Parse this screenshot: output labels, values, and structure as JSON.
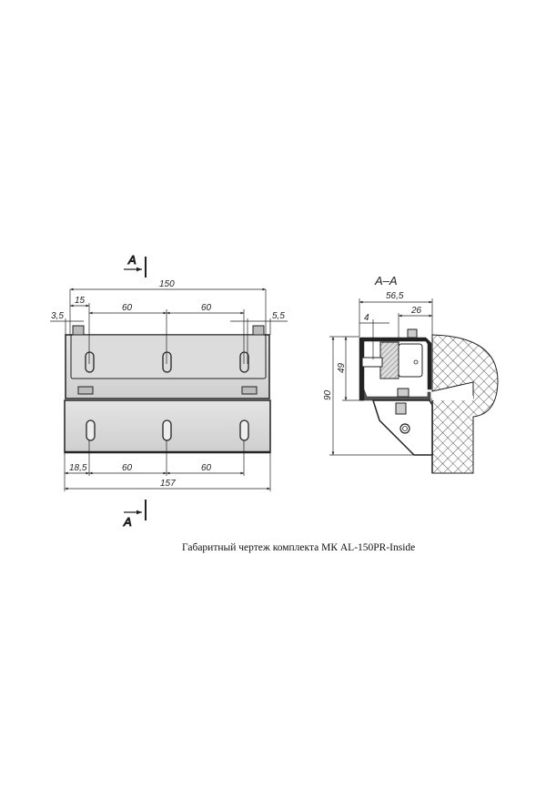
{
  "front_view": {
    "section_mark": "A",
    "dimensions": {
      "overall_top": "150",
      "offset_15": "15",
      "spacing_top_left": "60",
      "spacing_top_right": "60",
      "offset_left": "3,5",
      "offset_right": "5,5",
      "offset_bottom": "18,5",
      "spacing_bottom_left": "60",
      "spacing_bottom_right": "60",
      "overall_bottom": "157"
    }
  },
  "section_view": {
    "title": "A–A",
    "dimensions": {
      "depth": "56,5",
      "wall_offset": "26",
      "gap": "4",
      "height_upper": "49",
      "height_total": "90"
    }
  },
  "caption": "Габаритный чертеж комплекта МК AL-150PR-Inside"
}
